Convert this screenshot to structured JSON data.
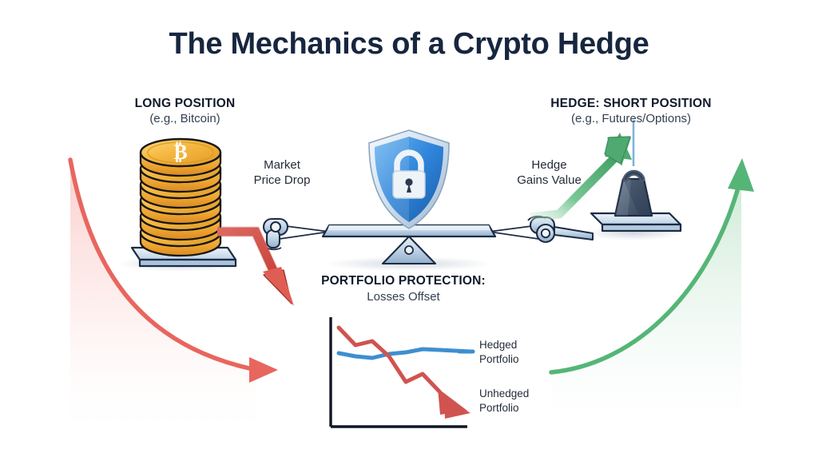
{
  "page": {
    "title": "The Mechanics of a Crypto Hedge",
    "background_color": "#ffffff",
    "title_color": "#17263f"
  },
  "labels": {
    "long_position_heading": "LONG POSITION",
    "long_position_sub": "(e.g., Bitcoin)",
    "short_position_heading": "HEDGE: SHORT POSITION",
    "short_position_sub": "(e.g., Futures/Options)",
    "market_price_drop": "Market\nPrice Drop",
    "market_price_drop_line1": "Market",
    "market_price_drop_line2": "Price Drop",
    "hedge_gains_value_line1": "Hedge",
    "hedge_gains_value_line2": "Gains Value",
    "portfolio_protection_heading": "PORTFOLIO PROTECTION:",
    "portfolio_protection_sub": "Losses Offset"
  },
  "icons": {
    "coin_stack": "bitcoin-coin-stack-icon",
    "bitcoin_symbol": "₿",
    "shield": "shield-lock-icon",
    "padlock": "padlock-icon",
    "weight": "hanging-weight-icon",
    "balance": "balance-scale-icon",
    "down_arrow": "red-down-arrow-icon",
    "up_arrow": "green-up-arrow-icon"
  },
  "colors": {
    "bitcoin_gold": "#f2a93b",
    "bitcoin_gold_light": "#f7c760",
    "bitcoin_gold_dark": "#d98b20",
    "platform_blue": "#cfe0f2",
    "shield_blue": "#2f86dc",
    "shield_blue_dark": "#1c5fa8",
    "weight_slate": "#4a5a6e",
    "weight_slate_dark": "#35445a",
    "beam_blue": "#b9cde2",
    "outline_navy": "#1d2b43",
    "red": "#e15b54",
    "red_line": "#d9534f",
    "green": "#4caf6e",
    "green_line": "#56b877",
    "blue_line": "#3d8fd1",
    "text_dark": "#1b2436"
  },
  "chart_data": {
    "type": "line",
    "title": "PORTFOLIO PROTECTION: Losses Offset",
    "xlabel": "",
    "ylabel": "",
    "grid": false,
    "legend_position": "right",
    "x": [
      0,
      1,
      2,
      3,
      4,
      5,
      6,
      7
    ],
    "series": [
      {
        "name": "Hedged Portfolio",
        "color": "#3d8fd1",
        "values": [
          62,
          60,
          58,
          60,
          61,
          63,
          62,
          61
        ]
      },
      {
        "name": "Unhedged Portfolio",
        "color": "#d9534f",
        "values": [
          92,
          72,
          78,
          58,
          38,
          48,
          26,
          14
        ]
      }
    ],
    "annotations": [
      {
        "text": "Hedged Portfolio",
        "series": "Hedged Portfolio"
      },
      {
        "text": "Unhedged Portfolio",
        "series": "Unhedged Portfolio"
      }
    ]
  },
  "background_curves": [
    {
      "name": "left-declining-red-curve",
      "direction": "declining",
      "color": "#e15b54",
      "meaning": "crypto market falling"
    },
    {
      "name": "right-rising-green-curve",
      "direction": "rising",
      "color": "#4caf6e",
      "meaning": "hedge value rising"
    }
  ]
}
